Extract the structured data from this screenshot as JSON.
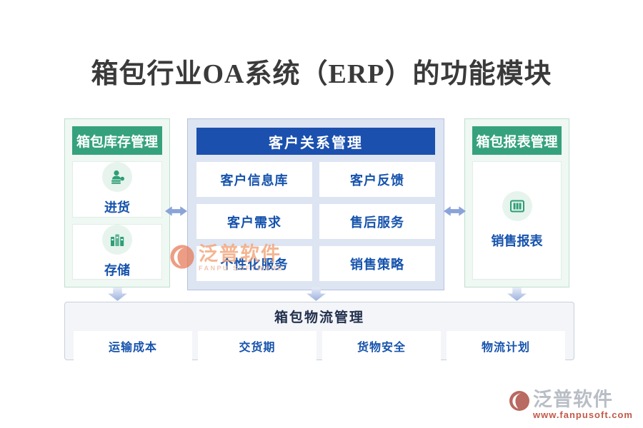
{
  "title": "箱包行业OA系统（ERP）的功能模块",
  "accent_colors": {
    "green": "#35a27d",
    "blue": "#1b50ae",
    "label_blue": "#1653ad"
  },
  "inventory_panel": {
    "header": "箱包库存管理",
    "items": [
      {
        "label": "进货",
        "icon": "purchase-stamp-icon"
      },
      {
        "label": "存储",
        "icon": "storage-shelf-icon"
      }
    ]
  },
  "crm_panel": {
    "header": "客户关系管理",
    "cells": [
      "客户信息库",
      "客户反馈",
      "客户需求",
      "售后服务",
      "个性化服务",
      "销售策略"
    ]
  },
  "report_panel": {
    "header": "箱包报表管理",
    "items": [
      {
        "label": "销售报表",
        "icon": "report-binders-icon"
      }
    ]
  },
  "logistics_panel": {
    "header": "箱包物流管理",
    "cells": [
      "运输成本",
      "交货期",
      "货物安全",
      "物流计划"
    ]
  },
  "watermark_center": {
    "brand": "泛普软件",
    "sub": "FANPU SOFTWARE"
  },
  "watermark_corner": {
    "brand": "泛普软件",
    "url": "www.fanpusoft.com"
  }
}
